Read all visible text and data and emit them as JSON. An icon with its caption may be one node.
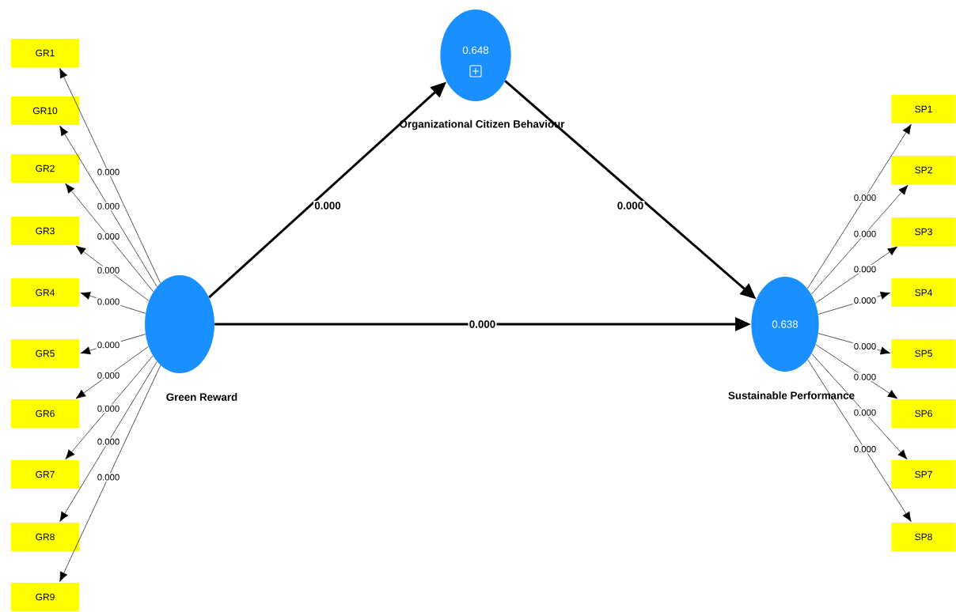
{
  "diagram": {
    "nodes": [
      {
        "text": [
          "0.648",
          "Organizational Citizen Behaviour"
        ]
      },
      {
        "text": [
          "Green Reward"
        ]
      },
      {
        "text": [
          "0.638",
          "Sustainable Performance"
        ]
      },
      {
        "text": [
          "GR1"
        ]
      },
      {
        "text": [
          "GR10"
        ]
      },
      {
        "text": [
          "GR2"
        ]
      },
      {
        "text": [
          "GR3"
        ]
      },
      {
        "text": [
          "GR4"
        ]
      },
      {
        "text": [
          "GR5"
        ]
      },
      {
        "text": [
          "GR6"
        ]
      },
      {
        "text": [
          "GR7"
        ]
      },
      {
        "text": [
          "GR8"
        ]
      },
      {
        "text": [
          "GR9"
        ]
      },
      {
        "text": [
          "SP1"
        ]
      },
      {
        "text": [
          "SP2"
        ]
      },
      {
        "text": [
          "SP3"
        ]
      },
      {
        "text": [
          "SP4"
        ]
      },
      {
        "text": [
          "SP5"
        ]
      },
      {
        "text": [
          "SP6"
        ]
      },
      {
        "text": [
          "SP7"
        ]
      },
      {
        "text": [
          "SP8"
        ]
      }
    ],
    "edges": [
      {
        "from": 1,
        "to": 0,
        "arrow": "to",
        "label": "0.000",
        "style": "thick"
      },
      {
        "from": 0,
        "to": 2,
        "arrow": "to",
        "label": "0.000",
        "style": "thick"
      },
      {
        "from": 1,
        "to": 2,
        "arrow": "to",
        "label": "0.000",
        "style": "thick"
      },
      {
        "from": 1,
        "to": 3,
        "arrow": "to",
        "label": "0.000"
      },
      {
        "from": 1,
        "to": 4,
        "arrow": "to",
        "label": "0.000"
      },
      {
        "from": 1,
        "to": 5,
        "arrow": "to",
        "label": "0.000"
      },
      {
        "from": 1,
        "to": 6,
        "arrow": "to",
        "label": "0.000"
      },
      {
        "from": 1,
        "to": 7,
        "arrow": "to",
        "label": "0.000"
      },
      {
        "from": 1,
        "to": 8,
        "arrow": "to",
        "label": "0.000"
      },
      {
        "from": 1,
        "to": 9,
        "arrow": "to",
        "label": "0.000"
      },
      {
        "from": 1,
        "to": 10,
        "arrow": "to",
        "label": "0.000"
      },
      {
        "from": 1,
        "to": 11,
        "arrow": "to",
        "label": "0.000"
      },
      {
        "from": 1,
        "to": 12,
        "arrow": "to",
        "label": "0.000"
      },
      {
        "from": 2,
        "to": 13,
        "arrow": "to",
        "label": "0.000"
      },
      {
        "from": 2,
        "to": 14,
        "arrow": "to",
        "label": "0.000"
      },
      {
        "from": 2,
        "to": 15,
        "arrow": "to",
        "label": "0.000"
      },
      {
        "from": 2,
        "to": 16,
        "arrow": "to",
        "label": "0.000"
      },
      {
        "from": 2,
        "to": 17,
        "arrow": "to",
        "label": "0.000"
      },
      {
        "from": 2,
        "to": 18,
        "arrow": "to",
        "label": "0.000"
      },
      {
        "from": 2,
        "to": 19,
        "arrow": "to",
        "label": "0.000"
      },
      {
        "from": 2,
        "to": 20,
        "arrow": "to",
        "label": "0.000"
      }
    ]
  }
}
